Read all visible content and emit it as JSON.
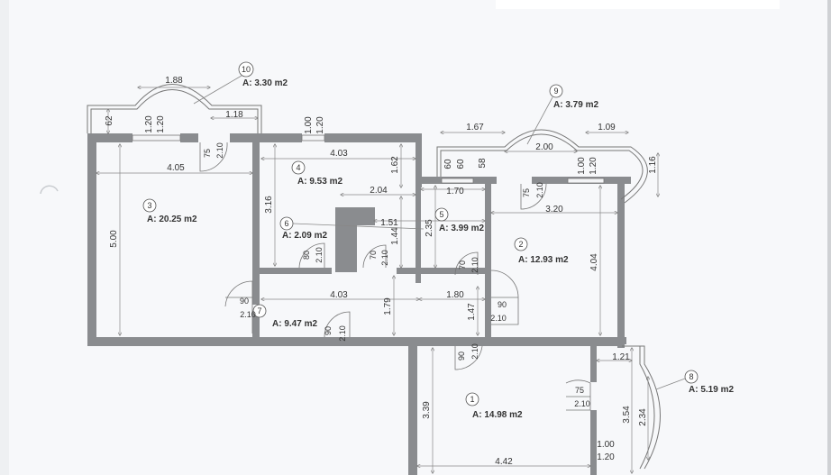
{
  "plan": {
    "rooms": [
      {
        "id": "1",
        "area": "A: 14.98 m2"
      },
      {
        "id": "2",
        "area": "A: 12.93 m2"
      },
      {
        "id": "3",
        "area": "A: 20.25 m2"
      },
      {
        "id": "4",
        "area": "A: 9.53 m2"
      },
      {
        "id": "5",
        "area": "A: 3.99 m2"
      },
      {
        "id": "6",
        "area": "A: 2.09 m2"
      },
      {
        "id": "7",
        "area": "A: 9.47 m2"
      },
      {
        "id": "8",
        "area": "A: 5.19 m2"
      },
      {
        "id": "9",
        "area": "A: 3.79 m2"
      },
      {
        "id": "10",
        "area": "A: 3.30 m2"
      }
    ],
    "dimensions": {
      "d_1_88": "1.88",
      "d_1_18": "1.18",
      "d_62": "62",
      "d_w3a": "1.20",
      "d_w3b": "1.20",
      "d_4_05": "4.05",
      "d_5_00": "5.00",
      "d_4_03a": "4.03",
      "d_1_62": "1.62",
      "d_3_16": "3.16",
      "d_2_04": "2.04",
      "d_w4a": "1.00",
      "d_w4b": "1.20",
      "d_1_67": "1.67",
      "d_2_00": "2.00",
      "d_1_09": "1.09",
      "d_1_16": "1.16",
      "d_60a": "60",
      "d_60b": "60",
      "d_58": "58",
      "d_w2a": "1.00",
      "d_w2b": "1.20",
      "d_1_70": "1.70",
      "d_2_35": "2.35",
      "d_1_51": "1.51",
      "d_1_44": "1.44",
      "d_3_20": "3.20",
      "d_4_04": "4.04",
      "d_4_03b": "4.03",
      "d_1_80": "1.80",
      "d_1_79": "1.79",
      "d_1_47": "1.47",
      "d_3_39": "3.39",
      "d_4_42": "4.42",
      "d_1_21": "1.21",
      "d_3_54": "3.54",
      "d_2_34": "2.34",
      "d_w1a": "1.00",
      "d_w1b": "1.20"
    },
    "doors": {
      "door_3_top_w": "75",
      "door_3_top_h": "2.10",
      "door_3_bot_w": "90",
      "door_3_bot_h": "2.10",
      "door_6_w": "80",
      "door_6_h": "2.10",
      "door_wc_w": "70",
      "door_wc_h": "2.10",
      "door_5_w": "70",
      "door_5_h": "2.10",
      "door_7_w": "90",
      "door_7_h": "2.10",
      "door_2_top_w": "75",
      "door_2_top_h": "2.10",
      "door_2_left_w": "90",
      "door_2_left_h": "2.10",
      "door_1_top_w": "90",
      "door_1_top_h": "2.10",
      "door_1_right_w": "75",
      "door_1_right_h": "2.10"
    }
  }
}
